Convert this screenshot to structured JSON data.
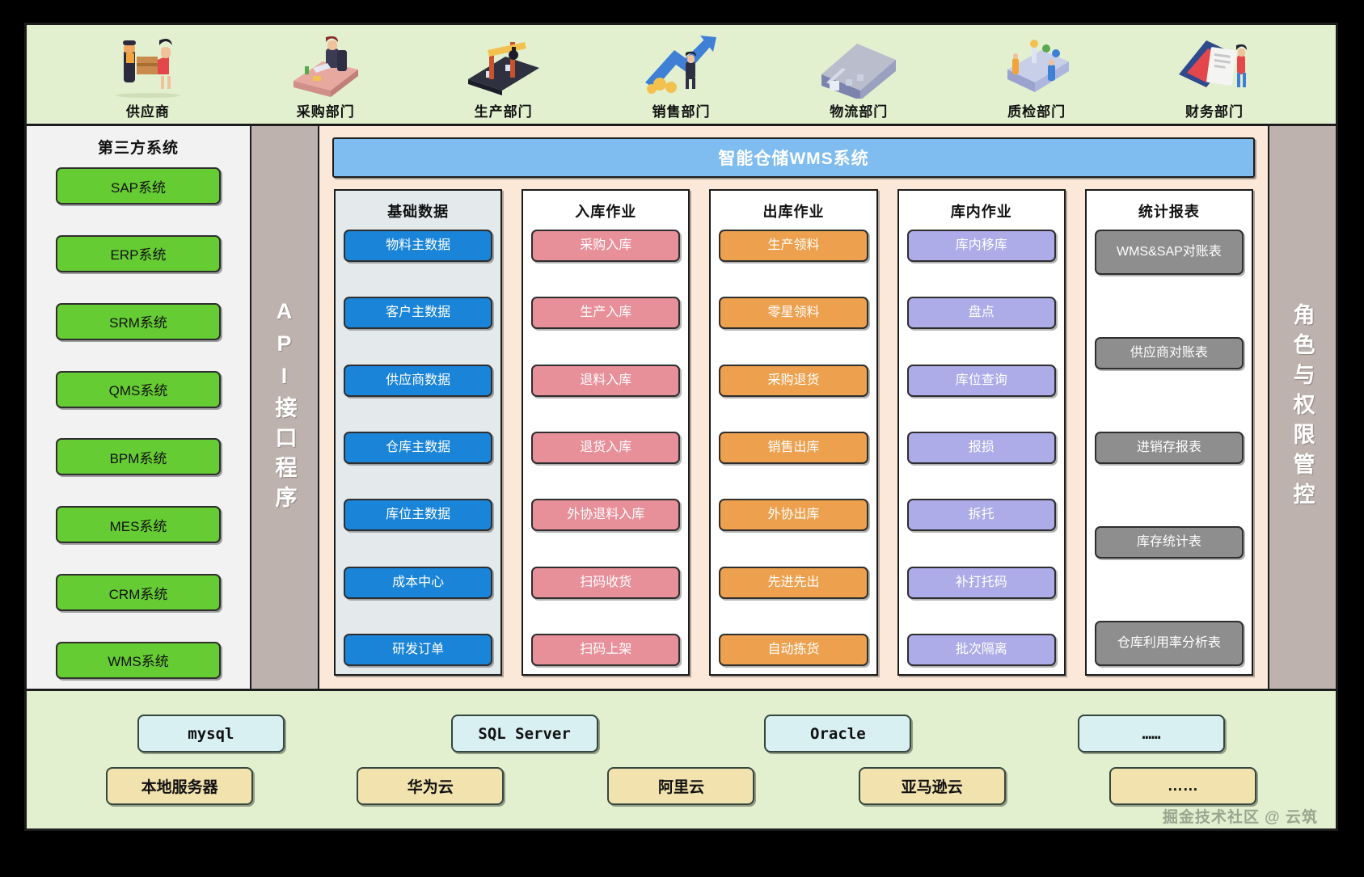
{
  "actors": [
    {
      "label": "供应商",
      "icon": "handshake-delivery-icon"
    },
    {
      "label": "采购部门",
      "icon": "desk-buyer-icon"
    },
    {
      "label": "生产部门",
      "icon": "production-line-icon"
    },
    {
      "label": "销售部门",
      "icon": "sales-growth-icon"
    },
    {
      "label": "物流部门",
      "icon": "warehouse-building-icon"
    },
    {
      "label": "质检部门",
      "icon": "quality-inspection-icon"
    },
    {
      "label": "财务部门",
      "icon": "finance-report-icon"
    }
  ],
  "third_party": {
    "title": "第三方系统",
    "items": [
      "SAP系统",
      "ERP系统",
      "SRM系统",
      "QMS系统",
      "BPM系统",
      "MES系统",
      "CRM系统",
      "WMS系统"
    ],
    "color": "#66cc33"
  },
  "api_column": {
    "label": "API接口程序",
    "color": "#bdb2ad"
  },
  "roles_column": {
    "label": "角色与权限管控",
    "color": "#bdb2ad"
  },
  "wms": {
    "title": "智能仓储WMS系统",
    "header_color": "#7fbcf0",
    "modules": [
      {
        "title": "基础数据",
        "panel_color": "#e4e9ec",
        "item_color": "#1a84d8",
        "items": [
          "物料主数据",
          "客户主数据",
          "供应商数据",
          "仓库主数据",
          "库位主数据",
          "成本中心",
          "研发订单"
        ]
      },
      {
        "title": "入库作业",
        "panel_color": "#ffffff",
        "item_color": "#e8909a",
        "items": [
          "采购入库",
          "生产入库",
          "退料入库",
          "退货入库",
          "外协退料入库",
          "扫码收货",
          "扫码上架"
        ]
      },
      {
        "title": "出库作业",
        "panel_color": "#ffffff",
        "item_color": "#eda14e",
        "items": [
          "生产领料",
          "零星领料",
          "采购退货",
          "销售出库",
          "外协出库",
          "先进先出",
          "自动拣货"
        ]
      },
      {
        "title": "库内作业",
        "panel_color": "#ffffff",
        "item_color": "#adabe8",
        "items": [
          "库内移库",
          "盘点",
          "库位查询",
          "报损",
          "拆托",
          "补打托码",
          "批次隔离"
        ]
      },
      {
        "title": "统计报表",
        "panel_color": "#ffffff",
        "item_color": "#8e8e8e",
        "items": [
          "WMS&SAP对账表",
          "供应商对账表",
          "进销存报表",
          "库存统计表",
          "仓库利用率分析表"
        ]
      }
    ]
  },
  "infra": {
    "databases": [
      "mysql",
      "SQL Server",
      "Oracle",
      "……"
    ],
    "db_color": "#d9f0f2",
    "platforms": [
      "本地服务器",
      "华为云",
      "阿里云",
      "亚马逊云",
      "……"
    ],
    "platform_color": "#f2e2ae"
  },
  "watermark": "掘金技术社区 @ 云筑"
}
